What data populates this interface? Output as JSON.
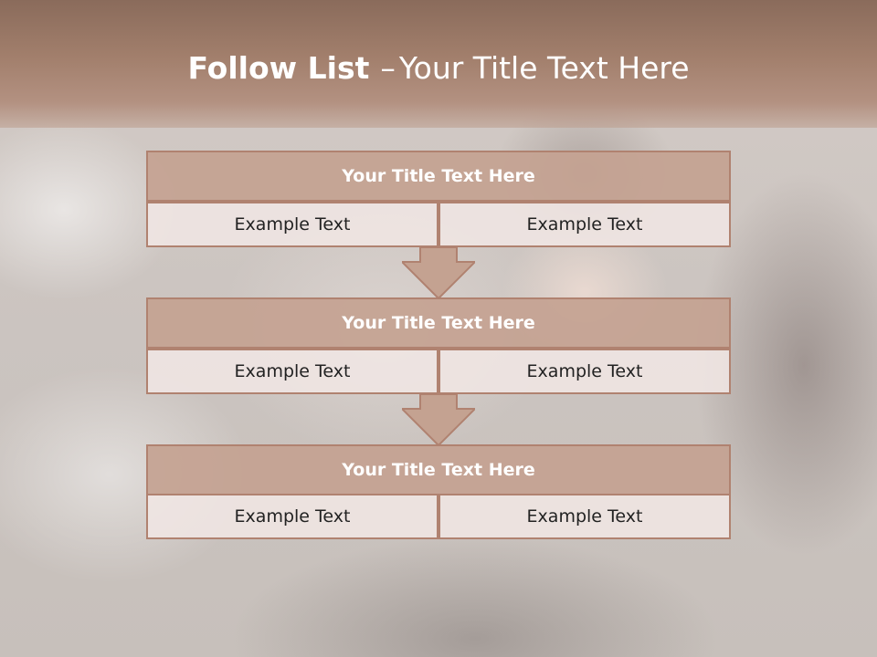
{
  "title": {
    "bold_part": "Follow List",
    "separator": "–",
    "rest": "Your Title Text Here"
  },
  "steps": [
    {
      "heading": "Your Title Text Here",
      "left_text": "Example Text",
      "right_text": "Example Text"
    },
    {
      "heading": "Your Title Text Here",
      "left_text": "Example Text",
      "right_text": "Example Text"
    },
    {
      "heading": "Your Title Text Here",
      "left_text": "Example Text",
      "right_text": "Example Text"
    }
  ],
  "colors": {
    "header_band": "#a27f6c",
    "block_heading": "#c4a291",
    "block_border": "#b08270",
    "cell_fill": "#f0e6e4",
    "arrow_fill": "#c4a291"
  }
}
